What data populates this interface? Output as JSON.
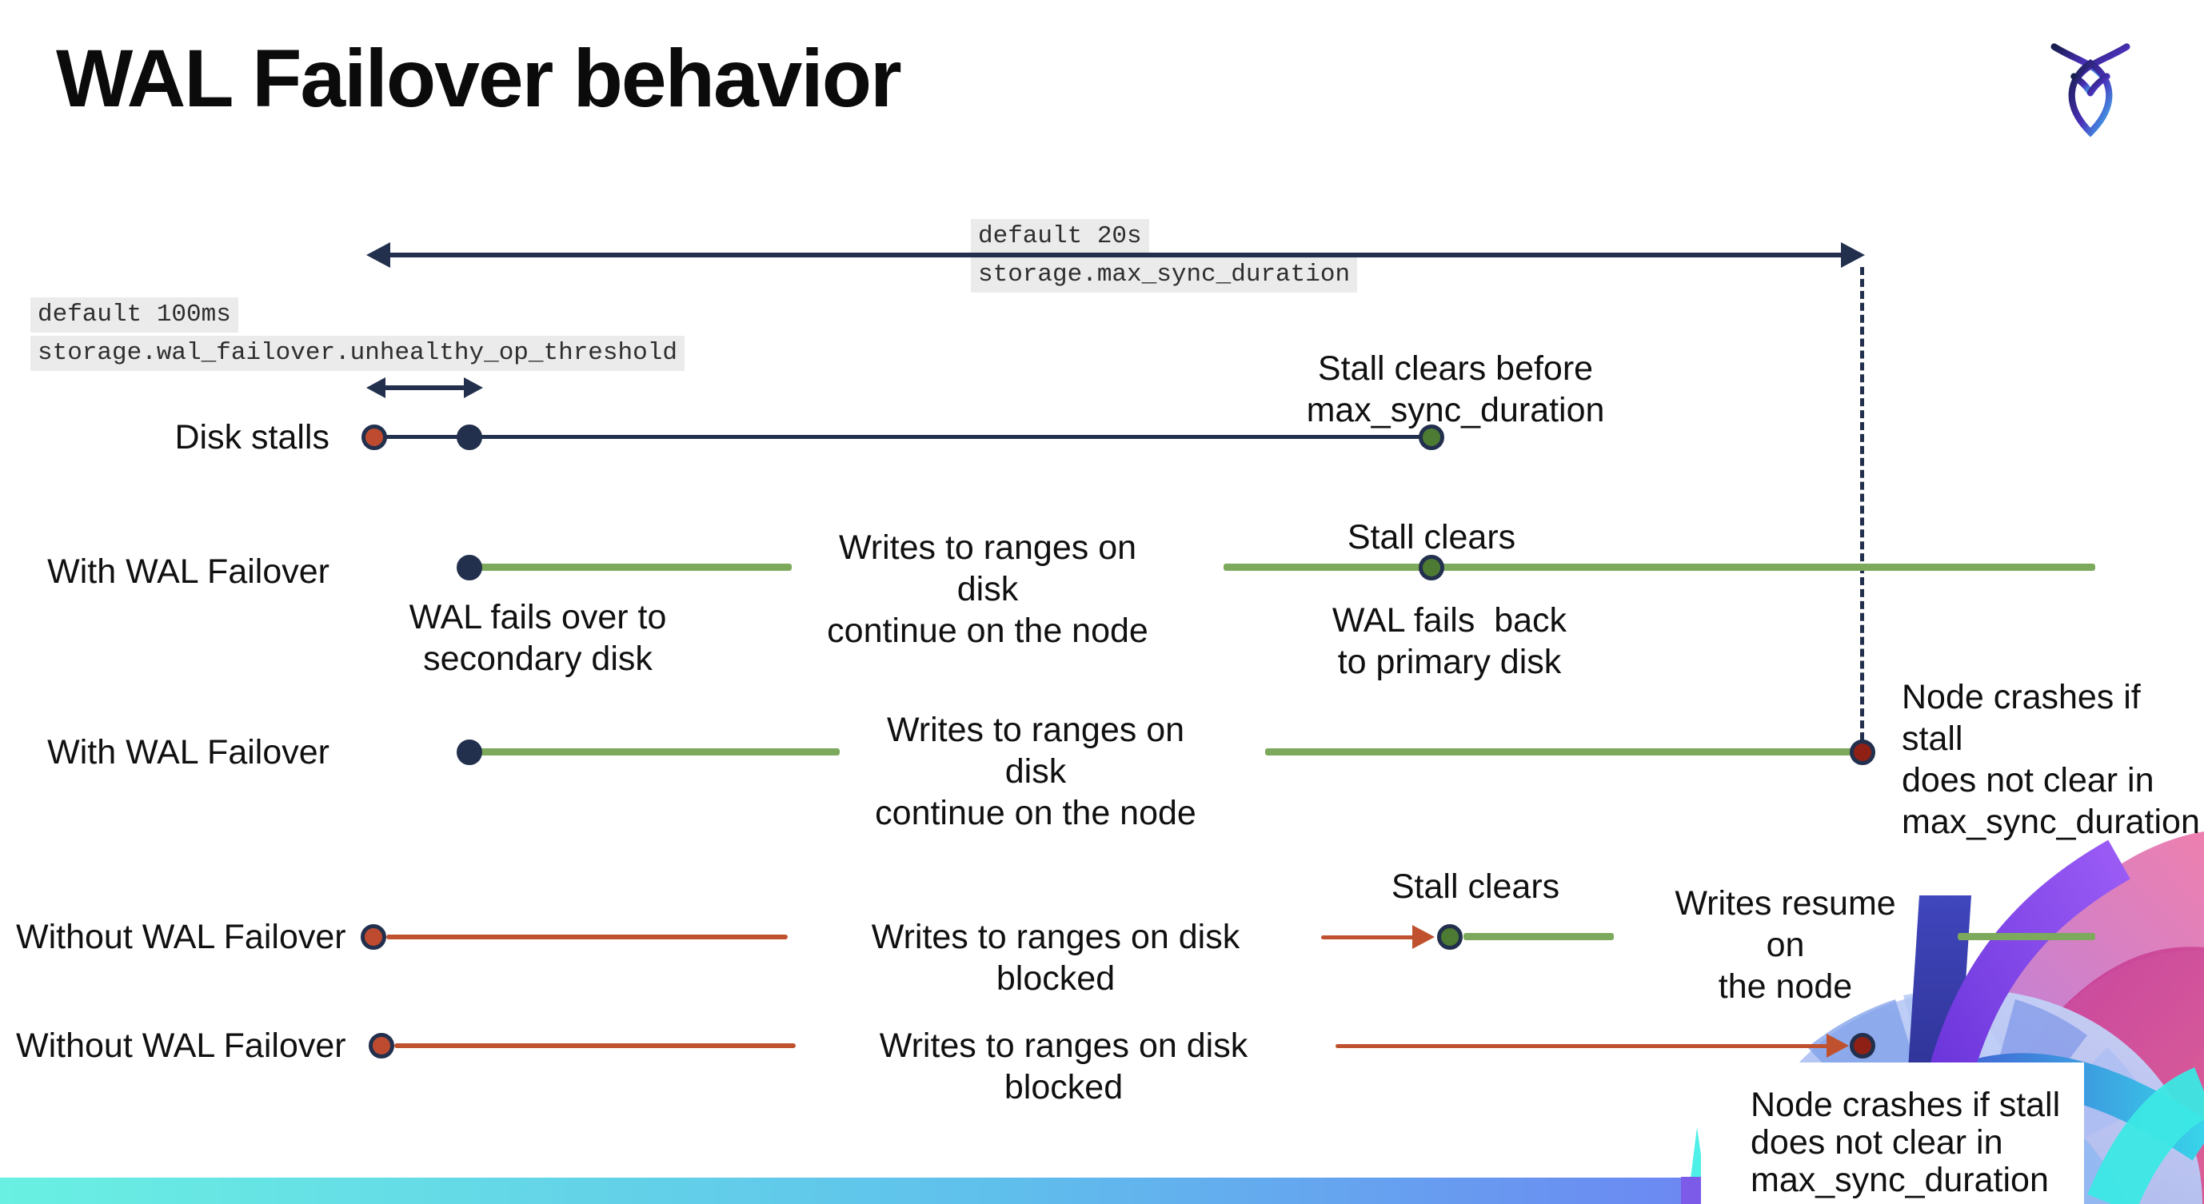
{
  "title": "WAL Failover behavior",
  "settings": {
    "max_sync": {
      "default": "default 20s",
      "name": "storage.max_sync_duration"
    },
    "unhealthy_op": {
      "default": "default 100ms",
      "name": "storage.wal_failover.unhealthy_op_threshold"
    }
  },
  "rows": [
    {
      "label": "Disk stalls"
    },
    {
      "label": "With WAL Failover"
    },
    {
      "label": "With WAL Failover"
    },
    {
      "label": "Without WAL Failover"
    },
    {
      "label": "Without WAL Failover"
    }
  ],
  "notes": {
    "stall_clears_before": "Stall clears before\nmax_sync_duration",
    "wal_fails_over": "WAL fails over to\nsecondary disk",
    "writes_continue_1": "Writes to ranges on disk\ncontinue on the node",
    "stall_clears_1": "Stall clears",
    "wal_fails_back": "WAL fails  back\nto primary disk",
    "writes_continue_2": "Writes to ranges on disk\ncontinue on the node",
    "node_crashes_1": "Node crashes if stall\ndoes not clear in\nmax_sync_duration",
    "writes_blocked_1": "Writes to ranges on disk  blocked",
    "stall_clears_2": "Stall clears",
    "writes_resume": "Writes resume on\nthe node",
    "writes_blocked_2": "Writes to ranges on disk  blocked",
    "node_crashes_2": "Node crashes if stall\ndoes not clear in\nmax_sync_duration"
  },
  "icons": {
    "logo": "cockroachdb-logo"
  },
  "colors": {
    "navy": "#22304E",
    "green_line": "#7CA95C",
    "green_dot": "#4E7B33",
    "red_orange_dot": "#BE4B2F",
    "red_line": "#C0512F",
    "dark_red_dot": "#8E2015",
    "code_background": "#EBEBEB",
    "bottom_bar_gradient": [
      "#69F0E2",
      "#5FC0EC",
      "#6B8BF2",
      "#7B5BEE"
    ]
  }
}
